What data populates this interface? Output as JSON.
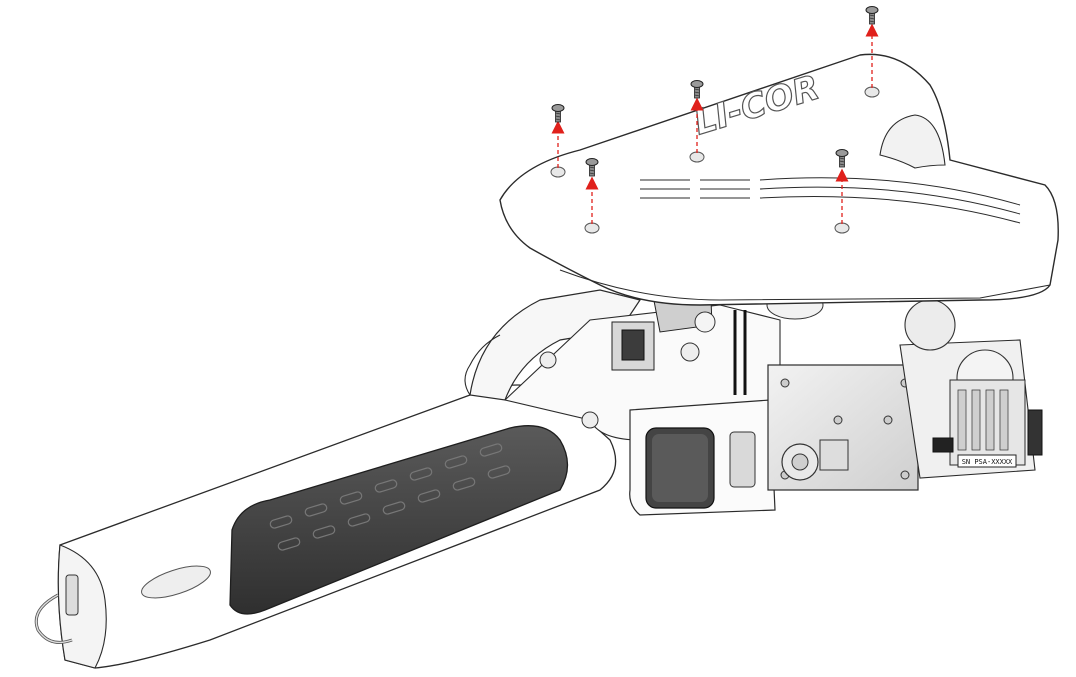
{
  "brand": {
    "logo_text": "LI-COR"
  },
  "serial_label": {
    "text": "SN PSA-XXXXX"
  },
  "colors": {
    "shell": "#ffffff",
    "outline": "#2b2b2b",
    "grip": "#4d4d4d",
    "grip_dark": "#3a3a3a",
    "metal": "#e4e4e4",
    "arrow": "#e0201b",
    "screw": "#8a8a8a"
  },
  "screws": [
    {
      "id": "screw-1"
    },
    {
      "id": "screw-2"
    },
    {
      "id": "screw-3"
    },
    {
      "id": "screw-4"
    },
    {
      "id": "screw-5"
    },
    {
      "id": "screw-6"
    }
  ]
}
